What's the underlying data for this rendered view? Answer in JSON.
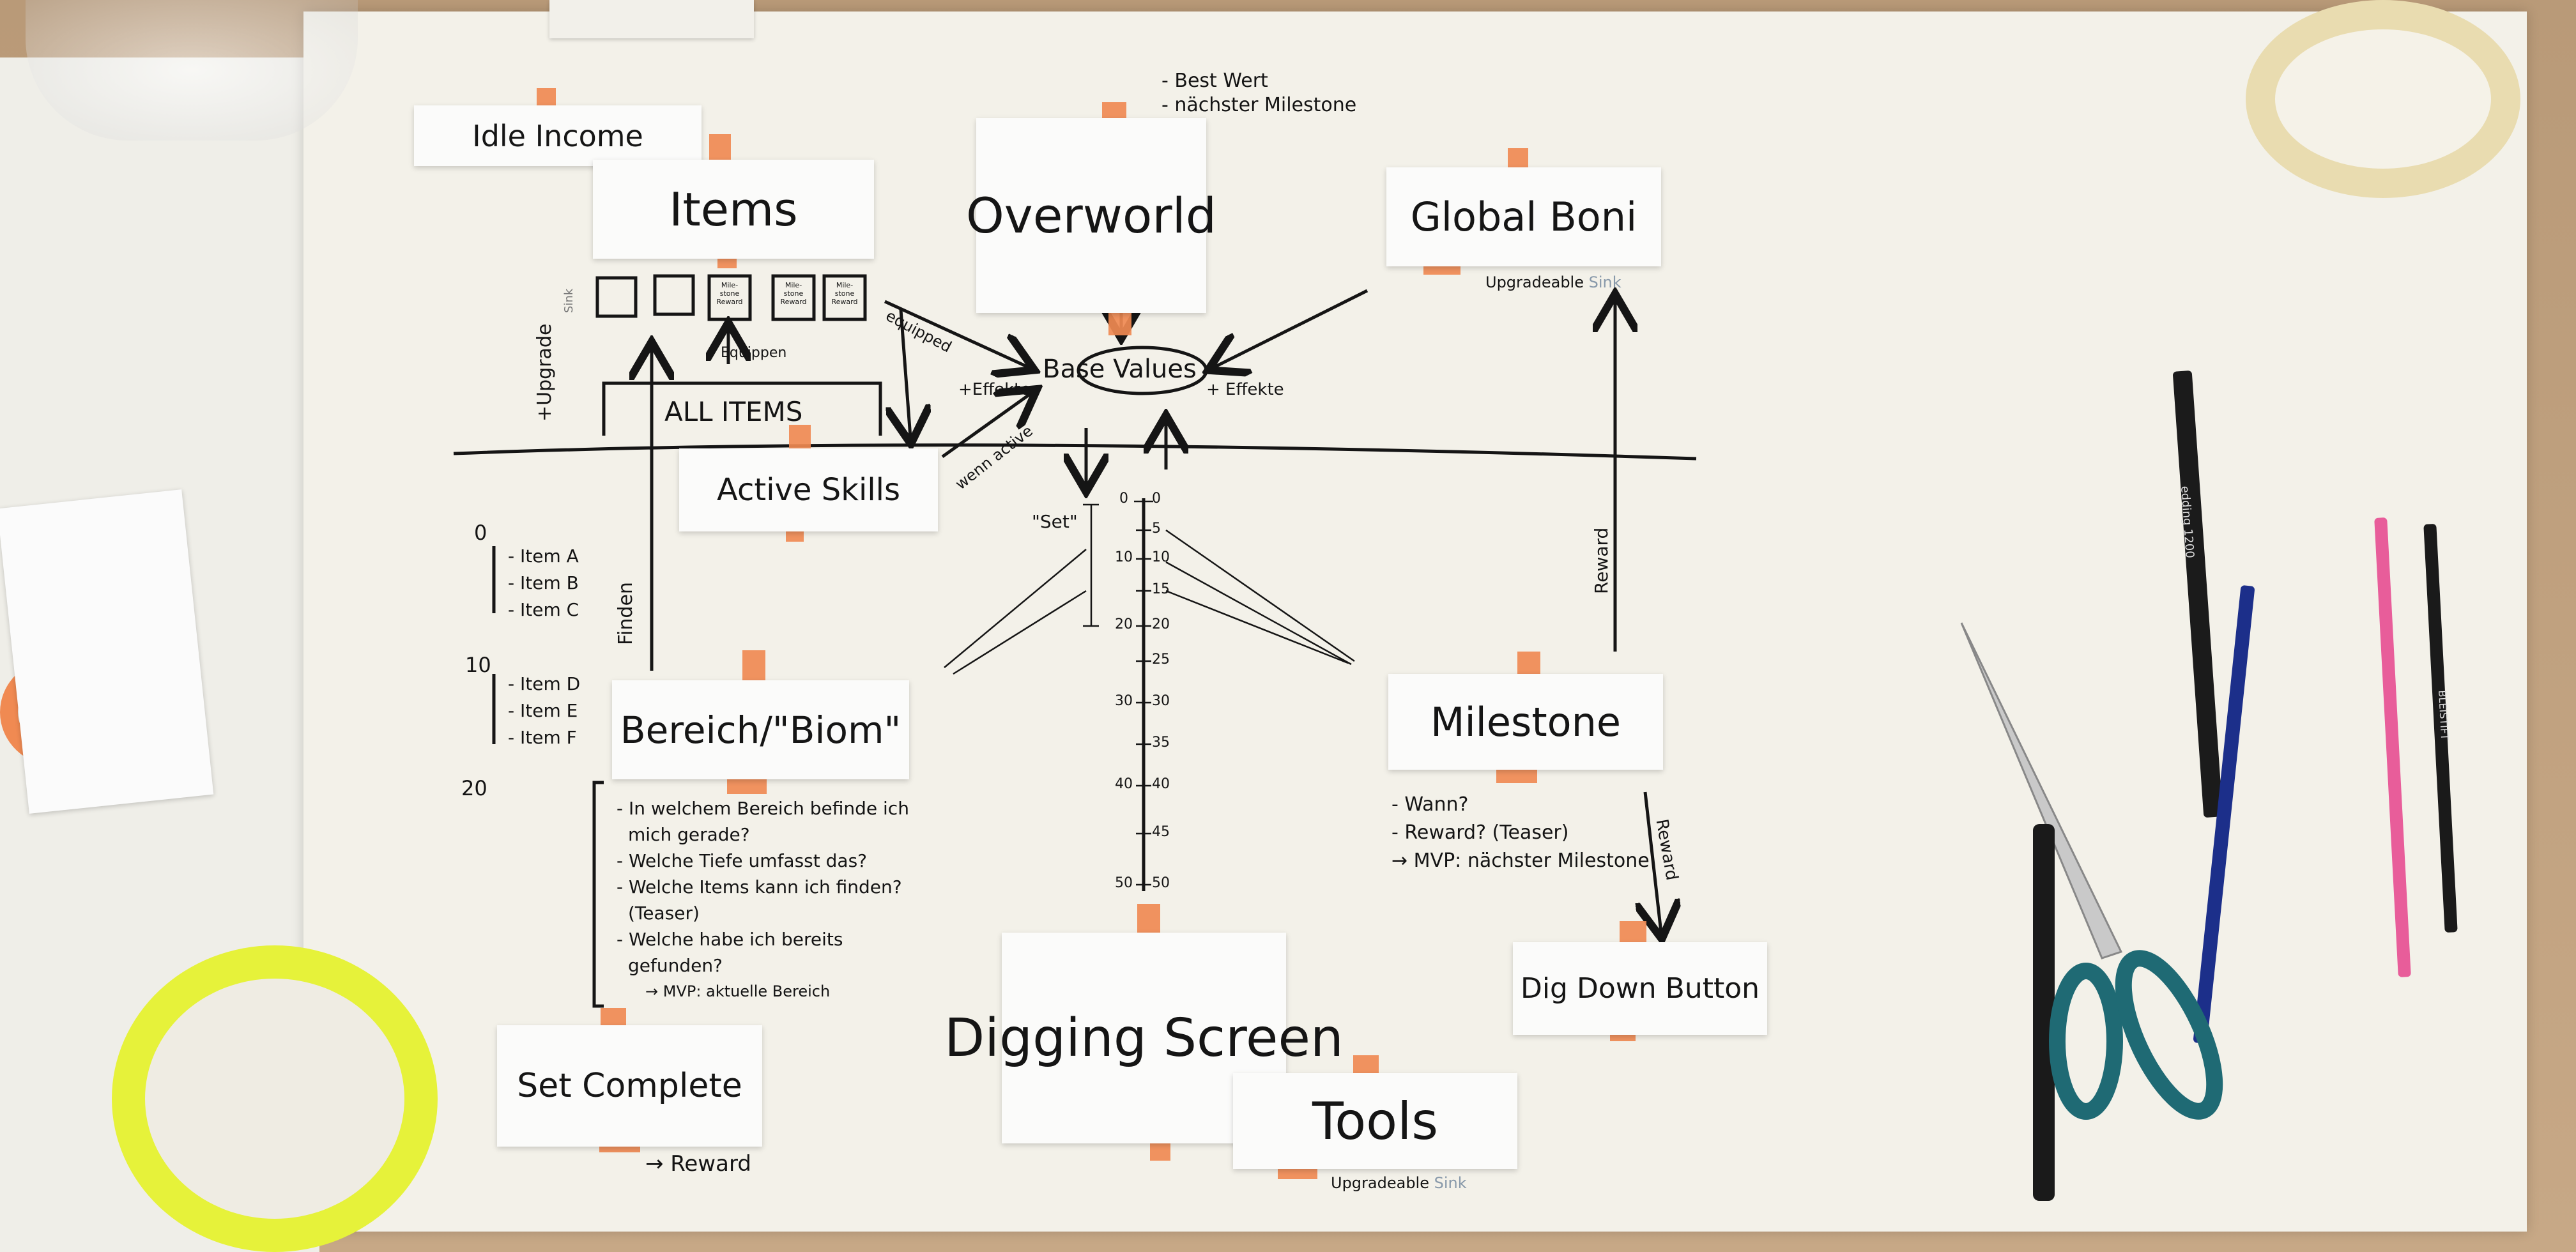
{
  "cards": {
    "idle_income": "Idle Income",
    "items": "Items",
    "overworld": "Overworld",
    "global_boni": "Global Boni",
    "active_skills": "Active Skills",
    "bereich": "Bereich/\"Biom\"",
    "milestone": "Milestone",
    "set_complete": "Set Complete",
    "digging_screen": "Digging Screen",
    "tools": "Tools",
    "dig_down_button": "Dig Down Button"
  },
  "notes": {
    "overworld_notes": [
      "- Best Wert",
      "- nächster Milestone"
    ],
    "base_values": "Base Values",
    "all_items": "ALL ITEMS",
    "equippen": "Equippen",
    "upgrade": "+Upgrade",
    "sink": "Sink",
    "equipped": "equipped",
    "wenn_active": "wenn active",
    "effekte_left": "+Effekte",
    "effekte_right": "+ Effekte",
    "upgradeable": "Upgradeable",
    "finden": "Finden",
    "reward_vertical": "Reward",
    "reward_milestone": "Reward",
    "set_label": "\"Set\"",
    "reward_arrow": "→ Reward",
    "milestone_box": "Mile-stone Reward"
  },
  "item_list": {
    "level_0": "0",
    "level_10": "10",
    "level_20": "20",
    "group_a": [
      "- Item A",
      "- Item B",
      "- Item C"
    ],
    "group_b": [
      "- Item D",
      "- Item E",
      "- Item F"
    ]
  },
  "bereich_questions": [
    "- In welchem Bereich befinde ich",
    "  mich gerade?",
    "- Welche Tiefe umfasst das?",
    "- Welche Items kann ich finden?",
    "  (Teaser)",
    "- Welche habe ich bereits",
    "  gefunden?",
    "→ MVP: aktuelle Bereich"
  ],
  "milestone_questions": [
    "- Wann?",
    "- Reward? (Teaser)",
    "→ MVP: nächster Milestone"
  ],
  "depth_scale": {
    "right": [
      "0",
      "5",
      "10",
      "15",
      "20",
      "25",
      "30",
      "35",
      "40",
      "45",
      "50"
    ],
    "left": [
      "0",
      "10",
      "20",
      "30",
      "40",
      "50"
    ]
  },
  "colors": {
    "tape": "#f08a52",
    "paper": "#f3f1e9",
    "ink": "#151515"
  },
  "objects": {
    "marker_label": "edding 1200",
    "pencil_label": "BLEISTIFT"
  }
}
